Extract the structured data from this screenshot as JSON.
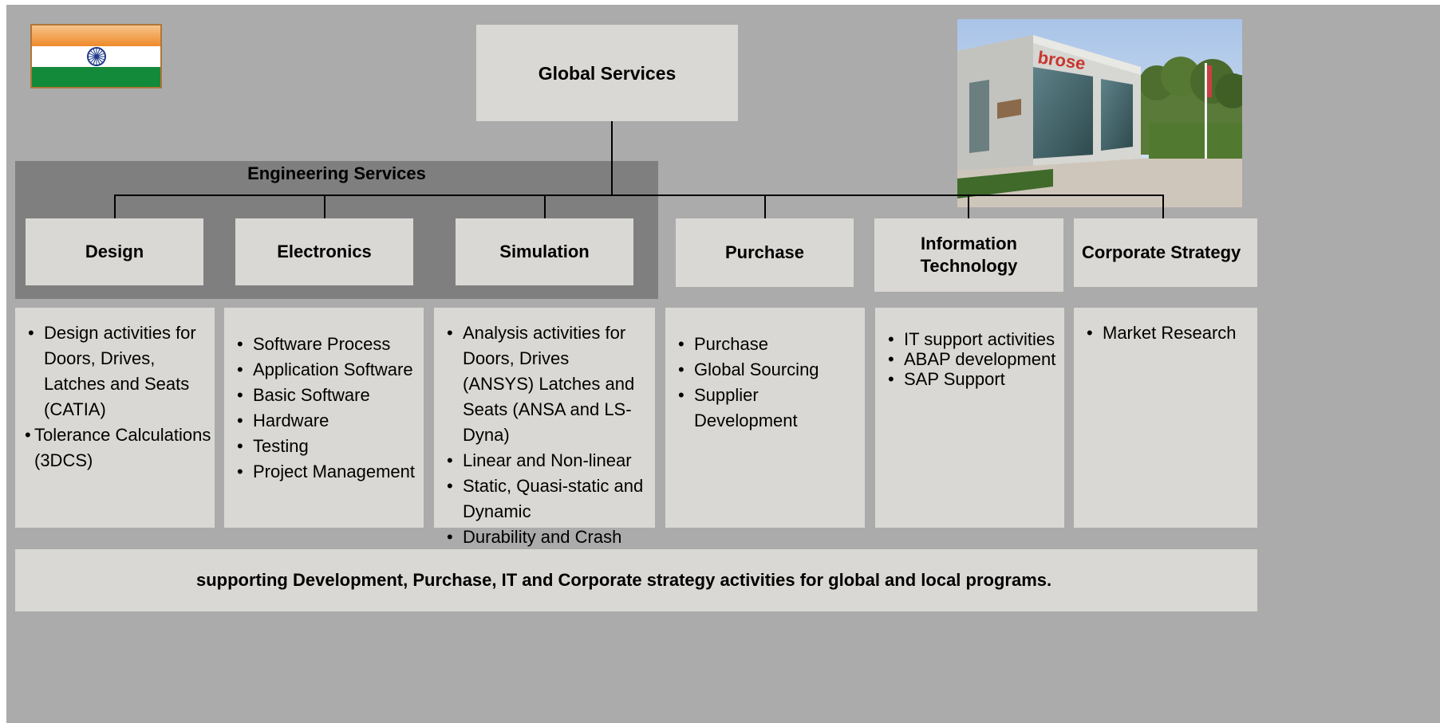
{
  "top": {
    "title": "Global Services"
  },
  "group": {
    "title": "Engineering Services"
  },
  "departments": [
    {
      "label": "Design"
    },
    {
      "label": "Electronics"
    },
    {
      "label": "Simulation"
    },
    {
      "label": "Purchase"
    },
    {
      "label": "Information\nTechnology"
    },
    {
      "label": "Corporate Strategy"
    }
  ],
  "details": [
    {
      "items": [
        "Design activities for Doors, Drives, Latches and Seats (CATIA)",
        "Tolerance Calculations (3DCS)"
      ]
    },
    {
      "items": [
        "Software Process",
        "Application Software",
        "Basic Software",
        "Hardware",
        "Testing",
        "Project Management"
      ]
    },
    {
      "items": [
        "Analysis activities for Doors, Drives (ANSYS) Latches and Seats (ANSA and LS-Dyna)",
        "Linear and Non-linear",
        "Static, Quasi-static and Dynamic",
        "Durability and Crash"
      ]
    },
    {
      "items": [
        "Purchase",
        "Global Sourcing",
        "Supplier Development"
      ]
    },
    {
      "items": [
        "IT support activities",
        "ABAP development",
        "SAP Support"
      ]
    },
    {
      "items": [
        "Market Research"
      ]
    }
  ],
  "footer": {
    "text": "supporting Development, Purchase, IT and Corporate strategy activities for global and local programs."
  },
  "photo": {
    "sign": "brose"
  },
  "colors": {
    "slide_bg": "#ababab",
    "group_bg": "#7f7f7f",
    "box_bg": "#dad8d4",
    "flag_saffron": "#f0912f",
    "flag_green": "#138a39",
    "flag_chakra": "#1f3b8a"
  }
}
